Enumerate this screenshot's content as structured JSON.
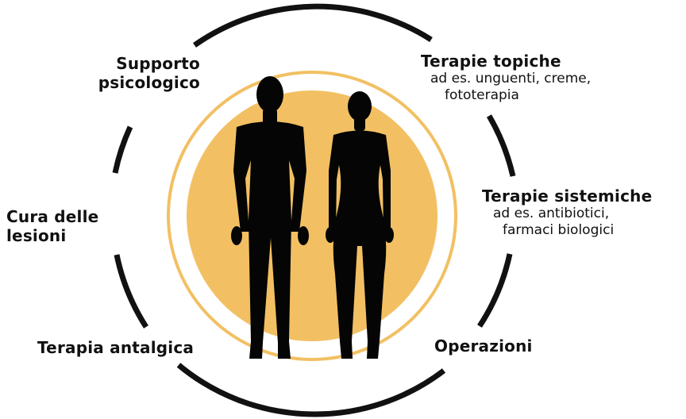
{
  "colors": {
    "ring": "#111111",
    "accent": "#f2c063",
    "inner_ring": "#f2c063",
    "silhouette": "#050505"
  },
  "labels": {
    "supporto": {
      "line1": "Supporto",
      "line2": "psicologico"
    },
    "topiche": {
      "title": "Terapie topiche",
      "desc1": "ad es. unguenti, creme,",
      "desc2": "fototerapia"
    },
    "sistemiche": {
      "title": "Terapie sistemiche",
      "desc1": "ad es. antibiotici,",
      "desc2": "farmaci biologici"
    },
    "cura": {
      "line1": "Cura delle",
      "line2": "lesioni"
    },
    "antalgica": {
      "title": "Terapia antalgica"
    },
    "operazioni": {
      "title": "Operazioni"
    }
  },
  "icons": [
    "male-silhouette-icon",
    "female-silhouette-icon"
  ]
}
